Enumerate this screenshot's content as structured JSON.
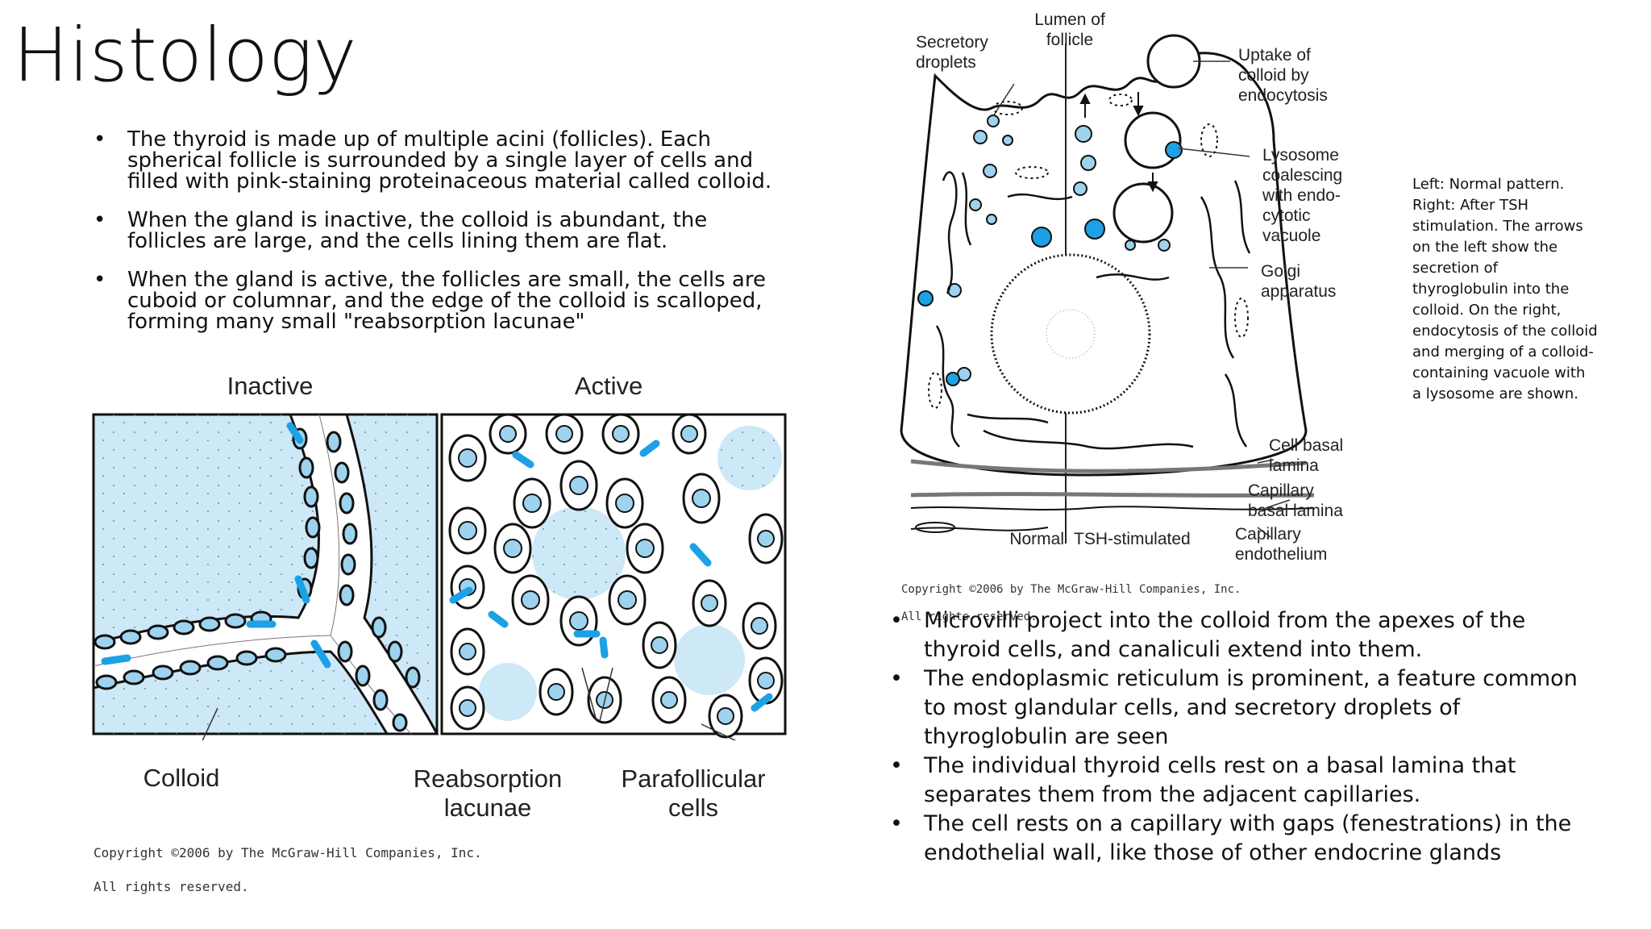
{
  "title": "Histology",
  "left_bullets": [
    "The thyroid is made up of multiple acini (follicles). Each spherical follicle is surrounded by a single layer of cells and filled with pink-staining proteinaceous material called colloid.",
    "When the gland is inactive, the colloid is abundant, the follicles are large, and the cells lining them are flat.",
    "When the gland is active, the follicles are small, the cells are cuboid or columnar, and the edge of the colloid is scalloped, forming many small \"reabsorption lacunae\""
  ],
  "follicle_figure": {
    "label_inactive": "Inactive",
    "label_active": "Active",
    "label_colloid": "Colloid",
    "label_reabsorption": "Reabsorption lacunae",
    "label_parafollicular": "Parafollicular cells",
    "copyright_line1": "Copyright ©2006 by The McGraw-Hill Companies, Inc.",
    "copyright_line2": "All rights reserved."
  },
  "cell_figure": {
    "label_lumen": "Lumen of follicle",
    "label_secretory": "Secretory droplets",
    "label_uptake": "Uptake of colloid by endocytosis",
    "label_lysosome": "Lysosome coalescing with endo-cytotic vacuole",
    "label_golgi": "Golgi apparatus",
    "label_cell_basal": "Cell basal lamina",
    "label_cap_basal": "Capillary basal lamina",
    "label_cap_endo": "Capillary endothelium",
    "label_normal": "Normal",
    "label_tsh": "TSH-stimulated",
    "copyright_line1": "Copyright ©2006 by The McGraw-Hill Companies, Inc.",
    "copyright_line2": "All rights reserved."
  },
  "caption": "Left: Normal pattern. Right: After TSH stimulation. The arrows on the left show the secretion of thyroglobulin into the colloid. On the right, endocytosis of the colloid and merging of a colloid-containing vacuole with a lysosome are shown.",
  "right_bullets": [
    "Microvilli project into the colloid from the apexes of the thyroid cells, and canaliculi extend into them.",
    "The endoplasmic reticulum is prominent, a feature common to most glandular cells, and secretory droplets of thyroglobulin are seen",
    "The individual thyroid cells rest on a basal lamina that separates them from the adjacent capillaries.",
    "The cell rests on a capillary with gaps (fenestrations) in the endothelial wall, like those of other endocrine glands"
  ],
  "colors": {
    "colloid_blue": "#cde8f7",
    "nucleus_blue": "#9dd3ee",
    "accent_blue": "#1da1e6",
    "outline": "#111111"
  }
}
